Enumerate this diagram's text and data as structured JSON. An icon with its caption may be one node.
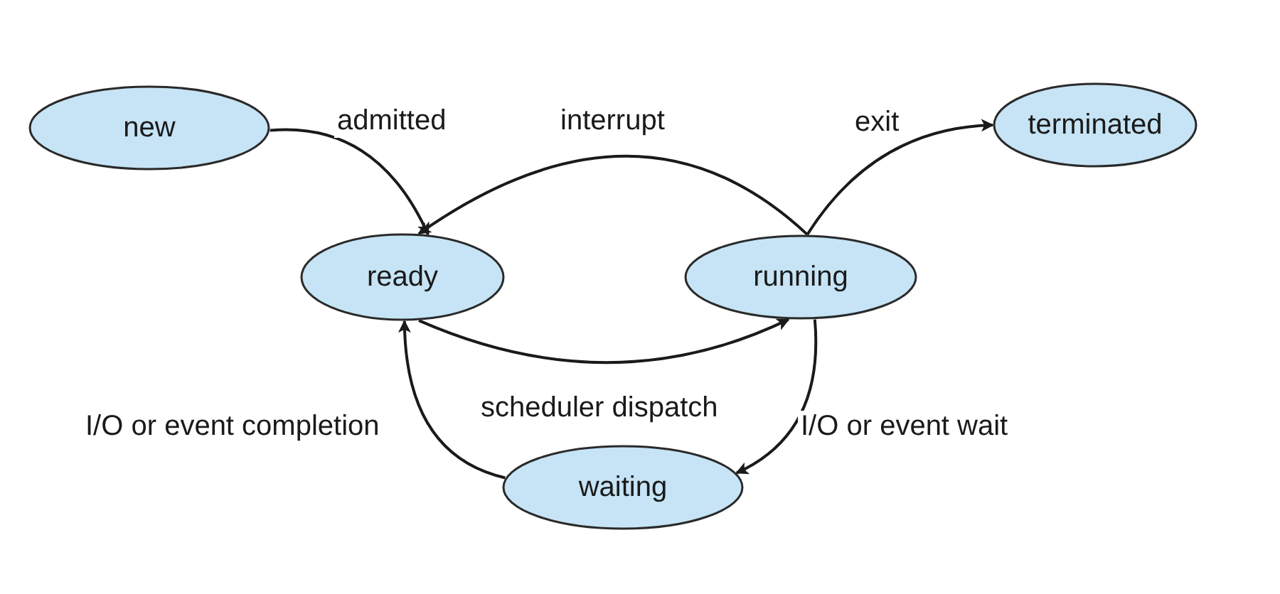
{
  "diagram": {
    "nodes": [
      {
        "text": [
          "new"
        ]
      },
      {
        "text": [
          "terminated"
        ]
      },
      {
        "text": [
          "ready"
        ]
      },
      {
        "text": [
          "running"
        ]
      },
      {
        "text": [
          "waiting"
        ]
      }
    ],
    "edges": [
      {
        "from": 0,
        "to": 2,
        "arrow": "to",
        "label": "admitted"
      },
      {
        "from": 3,
        "to": 2,
        "arrow": "to",
        "label": "interrupt"
      },
      {
        "from": 3,
        "to": 1,
        "arrow": "to",
        "label": "exit"
      },
      {
        "from": 2,
        "to": 3,
        "arrow": "to",
        "label": "scheduler dispatch"
      },
      {
        "from": 3,
        "to": 4,
        "arrow": "to",
        "label": "I/O or event wait"
      },
      {
        "from": 4,
        "to": 2,
        "arrow": "to",
        "label": "I/O or event completion"
      }
    ]
  }
}
